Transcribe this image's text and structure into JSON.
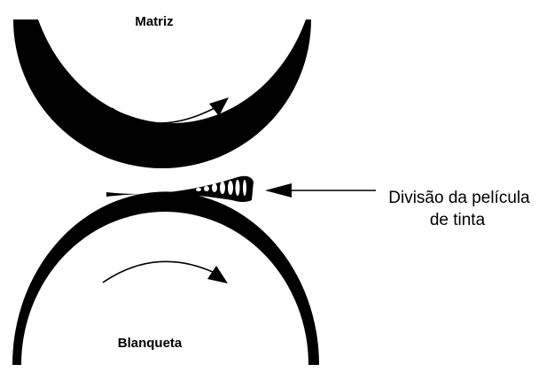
{
  "labels": {
    "top_roller": "Matriz",
    "bottom_roller": "Blanqueta",
    "callout_line1": "Divisão da película",
    "callout_line2": "de tinta"
  },
  "colors": {
    "ink": "#000000",
    "background": "#ffffff"
  },
  "icons": {
    "rotation_top": "curved-arrow-right-icon",
    "rotation_bottom": "curved-arrow-right-icon",
    "pointer": "arrow-left-icon"
  }
}
